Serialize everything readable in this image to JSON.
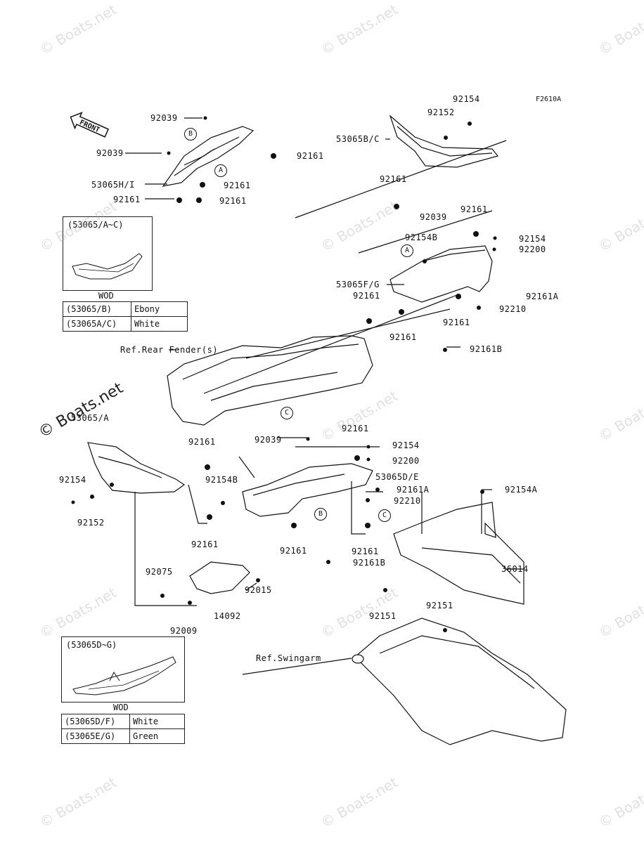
{
  "figure_code": "F2610A",
  "front_label": "FRONT",
  "watermark": "© Boats.net",
  "part_labels": {
    "p92154_top": "92154",
    "p92152_top": "92152",
    "p53065bc": "53065B/C",
    "p92039_a": "92039",
    "p92039_b": "92039",
    "p53065hi": "53065H/I",
    "p92161_a": "92161",
    "p92161_b": "92161",
    "p92161_c": "92161",
    "p92161_d": "92161",
    "p92161_e": "92161",
    "p92039_c": "92039",
    "p92161_f": "92161",
    "p92154b_top": "92154B",
    "p92154_r": "92154",
    "p92200_r": "92200",
    "p53065fg": "53065F/G",
    "p92161_g": "92161",
    "p92161a_r": "92161A",
    "p92210_r": "92210",
    "p92161_h": "92161",
    "p92161_i": "92161",
    "p92161b_r": "92161B",
    "ref_rear_fender": "Ref.Rear Fender(s)",
    "p53065a": "53065/A",
    "p92161_j": "92161",
    "p92039_d": "92039",
    "p92161_k": "92161",
    "p92154_m": "92154",
    "p92200_m": "92200",
    "p92154_l": "92154",
    "p92154b_m": "92154B",
    "p53065de": "53065D/E",
    "p92161a_m": "92161A",
    "p92210_m": "92210",
    "p92154a": "92154A",
    "p92152_l": "92152",
    "p92161_l": "92161",
    "p92161_m": "92161",
    "p92161_n": "92161",
    "p92161b_m": "92161B",
    "p92075": "92075",
    "p92015": "92015",
    "p36014": "36014",
    "p92151_a": "92151",
    "p92151_b": "92151",
    "p92009": "92009",
    "p14092": "14092",
    "ref_swingarm": "Ref.Swingarm"
  },
  "callouts": {
    "a": "A",
    "b": "B",
    "c": "C"
  },
  "inset_top": {
    "title": "(53065/A~C)",
    "caption": "WOD",
    "rows": [
      {
        "code": "(53065/B)",
        "color": "Ebony"
      },
      {
        "code": "(53065A/C)",
        "color": "White"
      }
    ]
  },
  "inset_bottom": {
    "title": "(53065D~G)",
    "caption": "WOD",
    "rows": [
      {
        "code": "(53065D/F)",
        "color": "White"
      },
      {
        "code": "(53065E/G)",
        "color": "Green"
      }
    ]
  }
}
